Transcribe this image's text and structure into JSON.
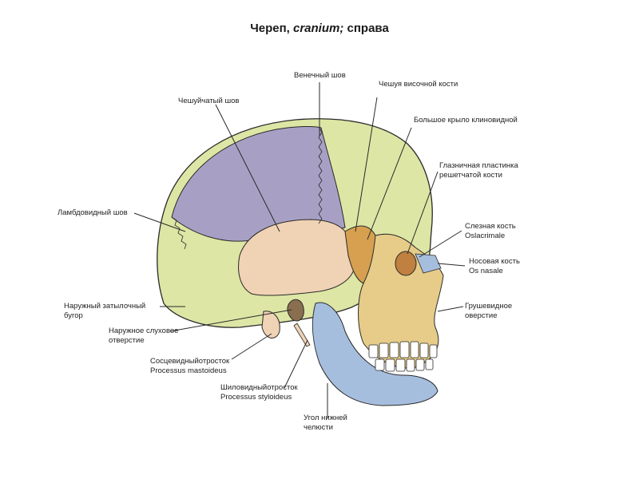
{
  "title": {
    "main": "Череп, ",
    "latin": "cranium;",
    "side": " справа"
  },
  "labels": {
    "coronal_suture": "Венечный шов",
    "temporal_squama": "Чешуя височной кости",
    "squamous_suture": "Чешуйчатый шов",
    "greater_wing": "Большое крыло клиновидной",
    "orbital_plate_1": "Глазничная пластинка",
    "orbital_plate_2": "решетчатой кости",
    "lambdoid_suture": "Ламбдовидный шов",
    "lacrimal_1": "Слезная кость",
    "lacrimal_2": "Oslacrimale",
    "nasal_1": "Носовая кость",
    "nasal_2": "Os nasale",
    "occipital_protuberance_1": "Наружный затылочный",
    "occipital_protuberance_2": "бугор",
    "piriform_1": "Грушевидное",
    "piriform_2": "оверстие",
    "acoustic_1": "Наружное слуховое",
    "acoustic_2": "отверстие",
    "mastoid_1": "Сосцевидныйотросток",
    "mastoid_2": "Processus mastoideus",
    "styloid_1": "Шиловидныйотросток",
    "styloid_2": "Processus styloideus",
    "mandible_angle_1": "Угол нижней",
    "mandible_angle_2": "челюсти"
  },
  "colors": {
    "parietal": "#a8a0c4",
    "frontal_occipital": "#dde6a4",
    "temporal": "#f0d2b4",
    "sphenoid": "#d6a050",
    "facial": "#e6cc88",
    "mandible": "#a6bede",
    "line": "#2a2a2a"
  }
}
